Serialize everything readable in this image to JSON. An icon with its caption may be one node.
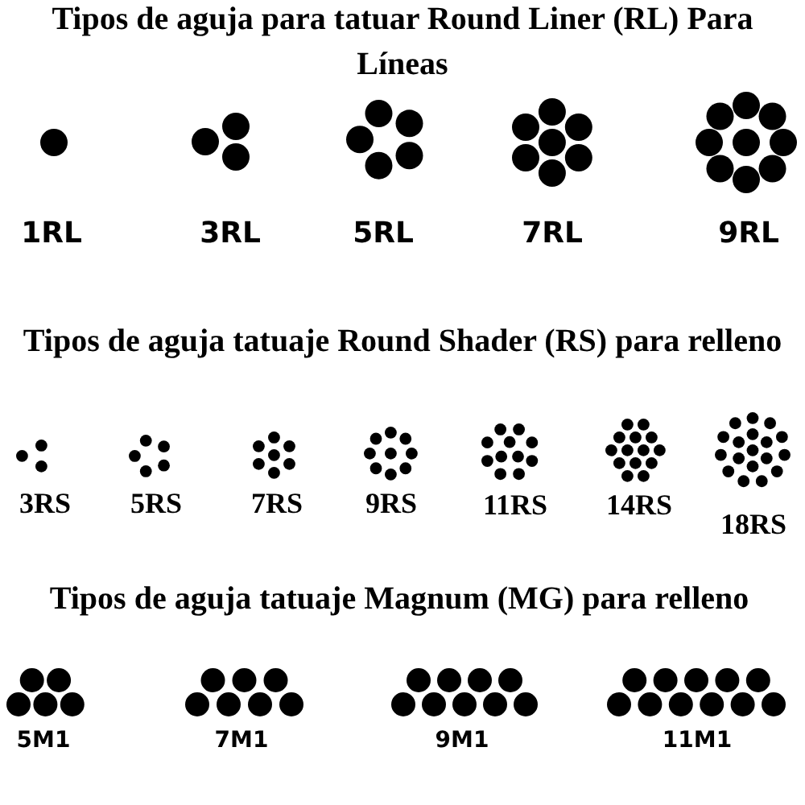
{
  "diagram": {
    "labels": [
      "Tipos de aguja para tatuar Round Liner (RL) Para Líneas",
      "1RL",
      "3RL",
      "5RL",
      "7RL",
      "9RL",
      "Tipos de aguja tatuaje Round Shader (RS) para relleno",
      "3RS",
      "5RS",
      "7RS",
      "9RS",
      "11RS",
      "14RS",
      "18RS",
      "Tipos de aguja tatuaje Magnum (MG) para relleno",
      "5M1",
      "7M1",
      "9M1",
      "11M1"
    ]
  }
}
